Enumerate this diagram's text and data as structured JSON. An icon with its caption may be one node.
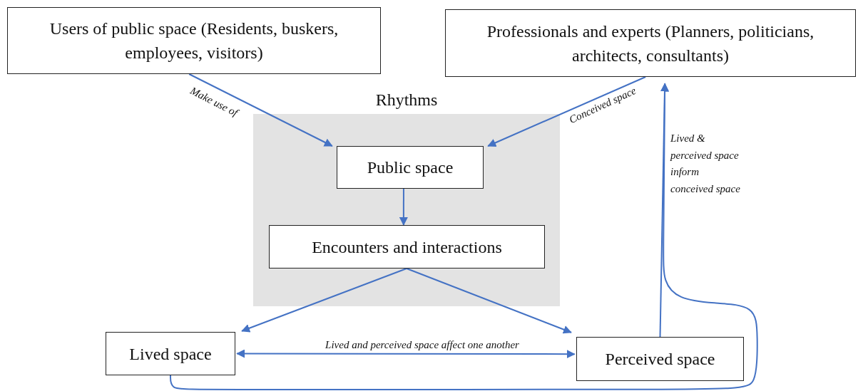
{
  "diagram": {
    "nodes": [
      {
        "text": [
          "Users of public space (Residents, buskers, employees, visitors)"
        ]
      },
      {
        "text": [
          "Professionals and experts (Planners, politicians, architects, consultants)"
        ]
      },
      {
        "text": [
          "Rhythms"
        ]
      },
      {
        "text": [
          "Public space"
        ],
        "in": 2
      },
      {
        "text": [
          "Encounters and interactions"
        ],
        "in": 2
      },
      {
        "text": [
          "Lived space"
        ]
      },
      {
        "text": [
          "Perceived space"
        ]
      }
    ],
    "edges": [
      {
        "from": 0,
        "to": 3,
        "arrow": "to",
        "label": "Make use of"
      },
      {
        "from": 1,
        "to": 3,
        "arrow": "to",
        "label": "Conceived space"
      },
      {
        "from": 3,
        "to": 4,
        "arrow": "to"
      },
      {
        "from": 4,
        "to": 5,
        "arrow": "to"
      },
      {
        "from": 4,
        "to": 6,
        "arrow": "to"
      },
      {
        "from": 5,
        "to": 6,
        "arrow": "both",
        "label": "Lived and perceived space affect one another"
      },
      {
        "from": 6,
        "to": 1,
        "arrow": "to",
        "label": "Lived & perceived space inform conceived space"
      },
      {
        "from": 5,
        "to": 1,
        "arrow": "to"
      }
    ]
  }
}
